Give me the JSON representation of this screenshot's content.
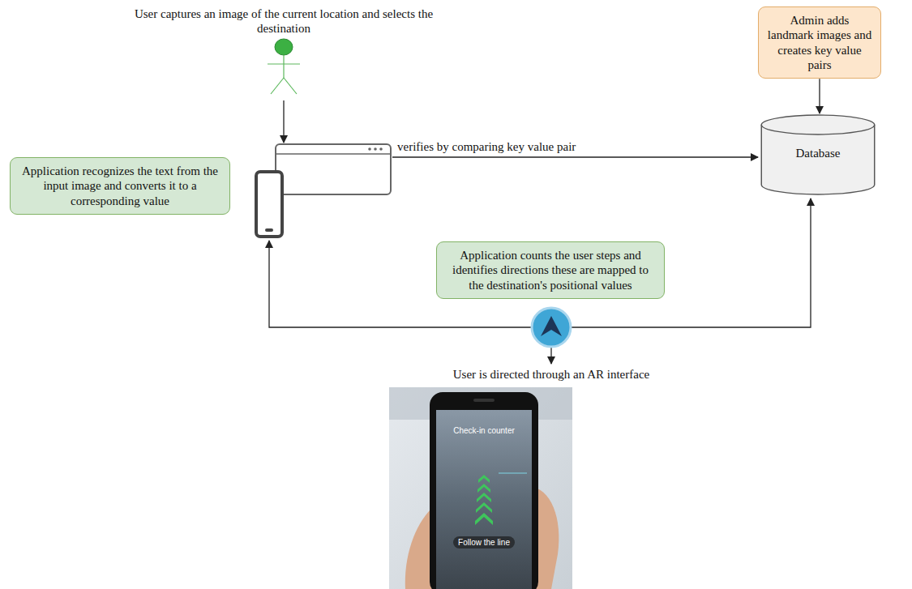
{
  "diagram": {
    "nodes": [
      {
        "text": [
          "Admin adds landmark images and creates key value pairs"
        ]
      },
      {
        "text": [
          "Application recognizes the text from the input image and converts it to a corresponding value"
        ]
      },
      {
        "text": [
          "Database"
        ]
      },
      {
        "text": [
          "Application counts the user steps and identifies directions these are mapped to the destination's positional values"
        ]
      }
    ],
    "edges": [
      {
        "from": 0,
        "to": 2,
        "arrow": "to"
      }
    ],
    "labels": [
      "User captures an image of the current location and selects the destination",
      "verifies by comparing key value pair",
      "User is directed through an AR interface",
      "Check-in counter",
      "Follow the line"
    ]
  }
}
